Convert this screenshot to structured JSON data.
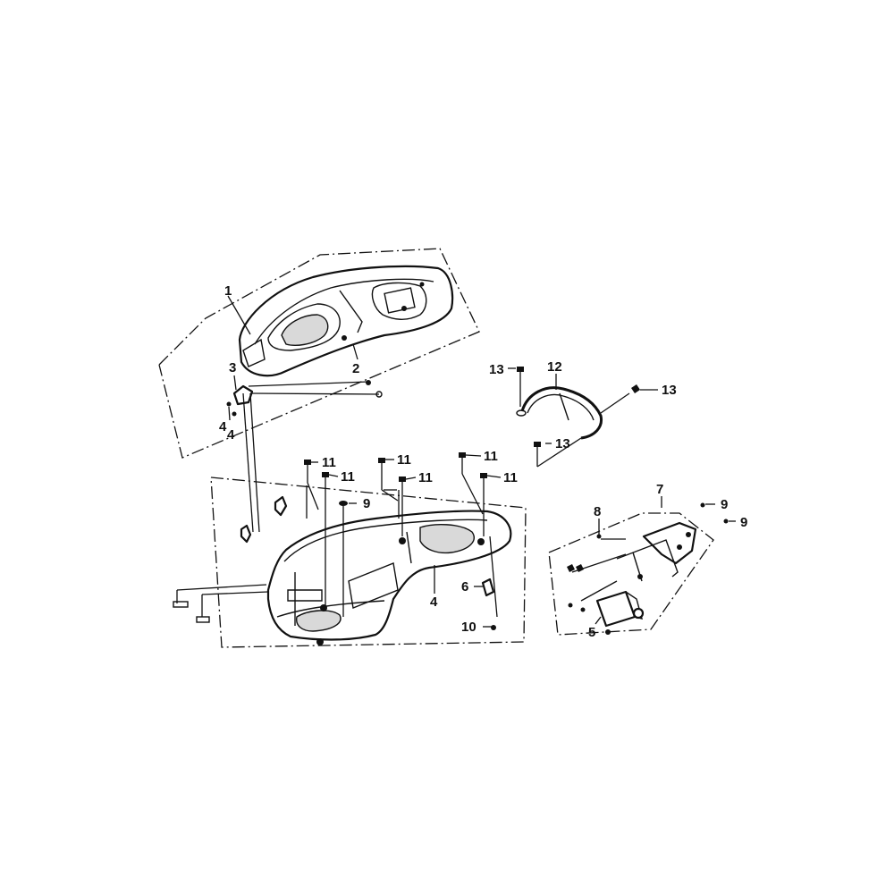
{
  "callouts": {
    "c1": "1",
    "c2": "2",
    "c3": "3",
    "c4a": "4",
    "c4b": "4",
    "c4c": "4",
    "c5": "5",
    "c6": "6",
    "c7": "7",
    "c8": "8",
    "c9a": "9",
    "c9b": "9",
    "c9c": "9",
    "c10": "10",
    "c11a": "11",
    "c11b": "11",
    "c11c": "11",
    "c11d": "11",
    "c11e": "11",
    "c12": "12",
    "c13a": "13",
    "c13b": "13",
    "c13c": "13"
  }
}
